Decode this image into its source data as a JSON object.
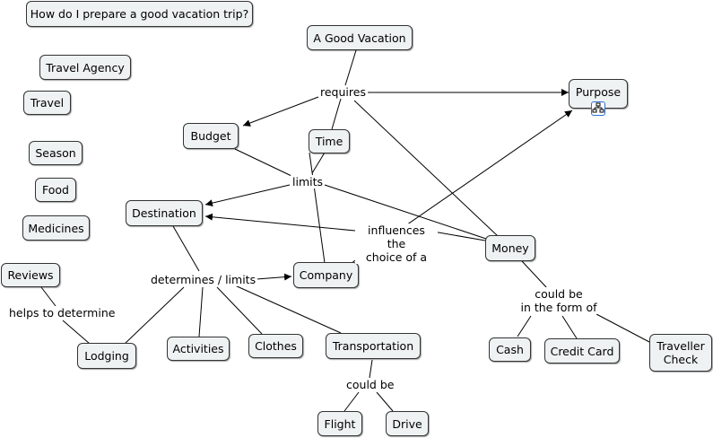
{
  "question": "How do I prepare a good vacation trip?",
  "concepts": {
    "a_good_vacation": "A Good Vacation",
    "purpose": "Purpose",
    "budget": "Budget",
    "time": "Time",
    "destination": "Destination",
    "money": "Money",
    "company": "Company",
    "reviews": "Reviews",
    "lodging": "Lodging",
    "activities": "Activities",
    "clothes": "Clothes",
    "transportation": "Transportation",
    "flight": "Flight",
    "drive": "Drive",
    "cash": "Cash",
    "credit_card": "Credit Card",
    "traveller_check": "Traveller\nCheck",
    "travel_agency": "Travel Agency",
    "travel": "Travel",
    "season": "Season",
    "food": "Food",
    "medicines": "Medicines"
  },
  "linking_phrases": {
    "requires": "requires",
    "limits": "limits",
    "influences": "influences the\nchoice of a",
    "determines_limits": "determines / limits",
    "helps_to_determine": "helps to determine",
    "could_be_transport": "could be",
    "could_be_money": "could be\nin the form of"
  },
  "resource_icon": "concept-map-link-icon",
  "colors": {
    "node_fill": "#eef2f3",
    "node_border": "#333333",
    "line": "#000000",
    "icon_border": "#2a6fd6"
  }
}
